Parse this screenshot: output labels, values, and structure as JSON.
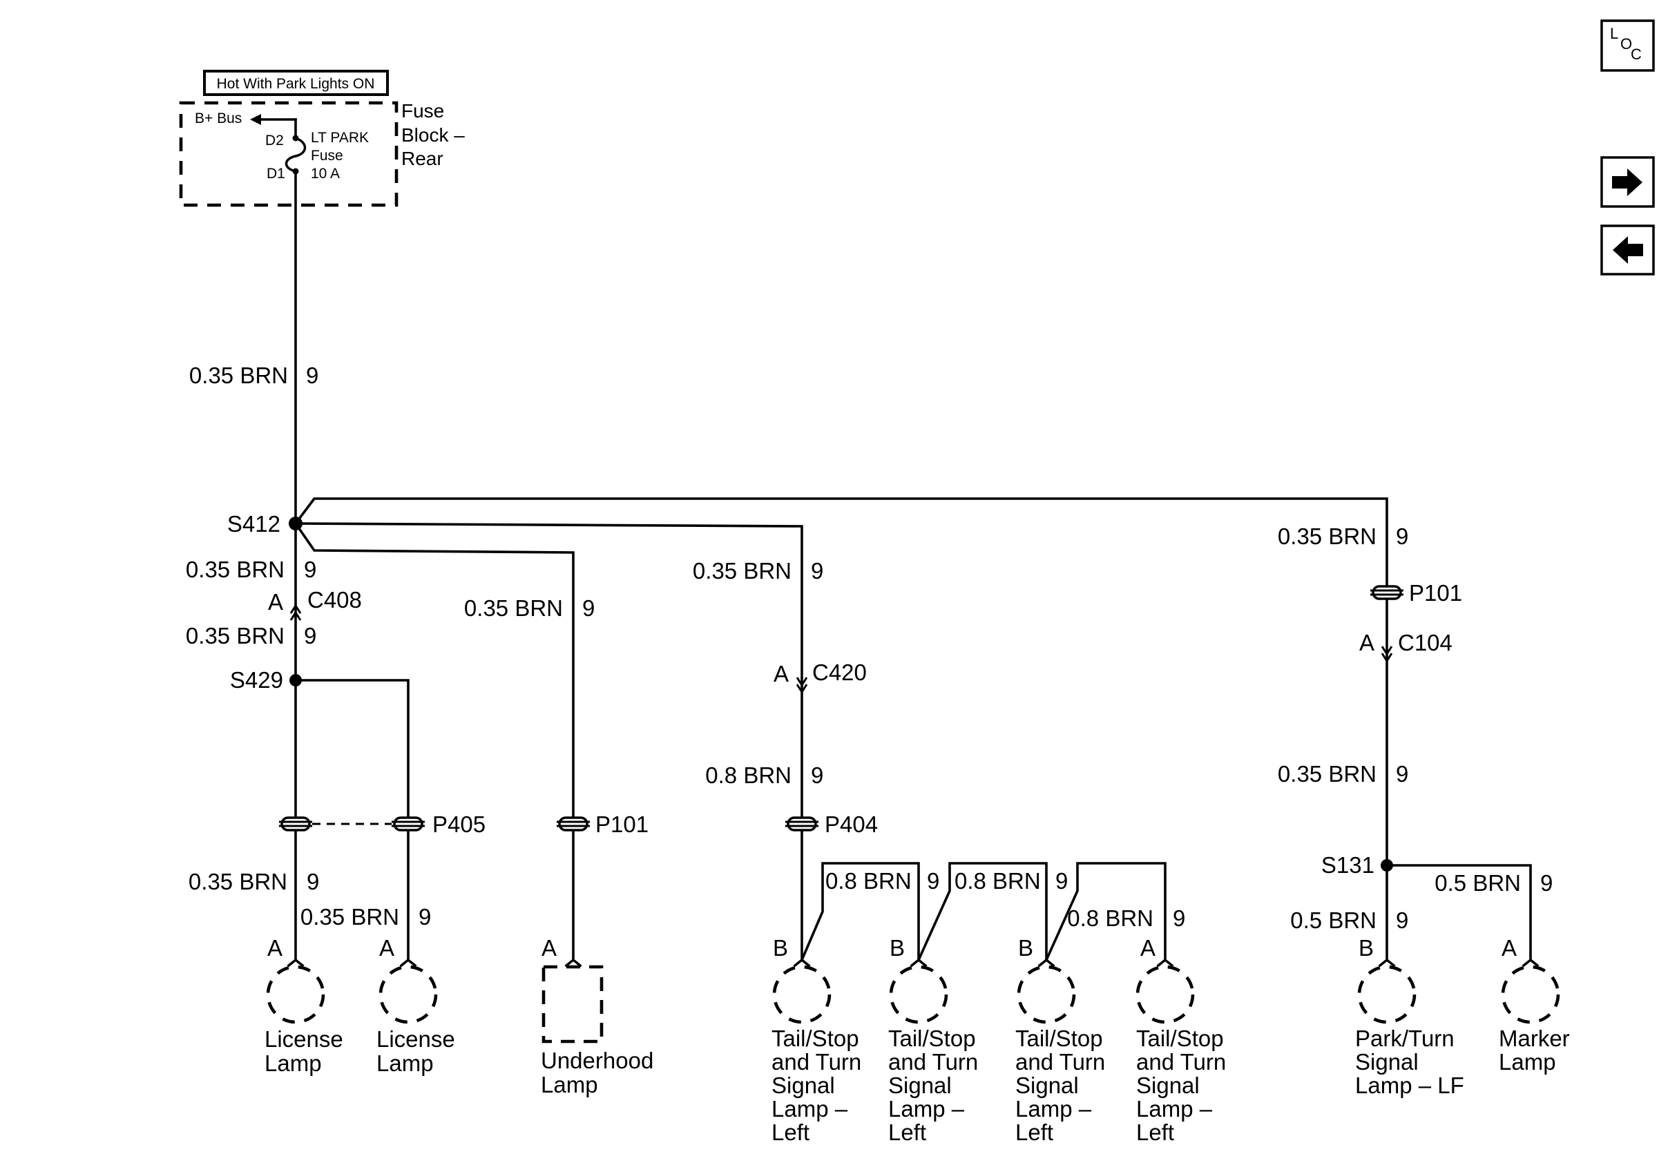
{
  "header": {
    "hot_label": "Hot With Park Lights ON"
  },
  "fuse_block": {
    "title": [
      "Fuse",
      "Block –",
      "Rear"
    ],
    "bus": "B+ Bus",
    "pin_top": "D2",
    "pin_bottom": "D1",
    "fuse": [
      "LT PARK",
      "Fuse",
      "10 A"
    ]
  },
  "nav": {
    "loc_letters": [
      "L",
      "O",
      "C"
    ],
    "next_icon": "arrow-right-icon",
    "prev_icon": "arrow-left-icon"
  },
  "wires": {
    "main": "0.35 BRN",
    "main_circuit": "9",
    "left_upper": "0.35 BRN",
    "left_upper_circuit": "9",
    "left_lower": "0.35 BRN",
    "left_lower_circuit": "9",
    "underhood": "0.35 BRN",
    "underhood_circuit": "9",
    "c420_upper": "0.35 BRN",
    "c420_upper_circuit": "9",
    "c420_lower": "0.8 BRN",
    "c420_lower_circuit": "9",
    "lamp1": "0.35 BRN",
    "lamp1_circuit": "9",
    "lamp2": "0.35 BRN",
    "lamp2_circuit": "9",
    "tail_a": "0.8 BRN",
    "tail_a_circuit": "9",
    "tail_b": "0.8 BRN",
    "tail_b_circuit": "9",
    "tail_c": "0.8 BRN",
    "tail_c_circuit": "9",
    "right_upper": "0.35 BRN",
    "right_upper_circuit": "9",
    "right_lower": "0.35 BRN",
    "right_lower_circuit": "9",
    "park_turn": "0.5 BRN",
    "park_turn_circuit": "9",
    "marker": "0.5 BRN",
    "marker_circuit": "9"
  },
  "splices": {
    "s412": "S412",
    "s429": "S429",
    "s131": "S131"
  },
  "connectors": {
    "c408": "C408",
    "c408_pin": "A",
    "c420": "C420",
    "c420_pin": "A",
    "c104": "C104",
    "c104_pin": "A",
    "p405": "P405",
    "p101_underhood": "P101",
    "p404": "P404",
    "p101_right": "P101"
  },
  "components": [
    {
      "pin": "A",
      "label": [
        "License",
        "Lamp"
      ]
    },
    {
      "pin": "A",
      "label": [
        "License",
        "Lamp"
      ]
    },
    {
      "pin": "A",
      "label": [
        "Underhood",
        "Lamp"
      ]
    },
    {
      "pin": "B",
      "label": [
        "Tail/Stop",
        "and Turn",
        "Signal",
        "Lamp –",
        "Left"
      ]
    },
    {
      "pin": "B",
      "label": [
        "Tail/Stop",
        "and Turn",
        "Signal",
        "Lamp –",
        "Left"
      ]
    },
    {
      "pin": "B",
      "label": [
        "Tail/Stop",
        "and Turn",
        "Signal",
        "Lamp –",
        "Left"
      ]
    },
    {
      "pin": "A",
      "label": [
        "Tail/Stop",
        "and Turn",
        "Signal",
        "Lamp –",
        "Left"
      ]
    },
    {
      "pin": "B",
      "label": [
        "Park/Turn",
        "Signal",
        "Lamp – LF"
      ]
    },
    {
      "pin": "A",
      "label": [
        "Marker",
        "Lamp"
      ]
    }
  ]
}
